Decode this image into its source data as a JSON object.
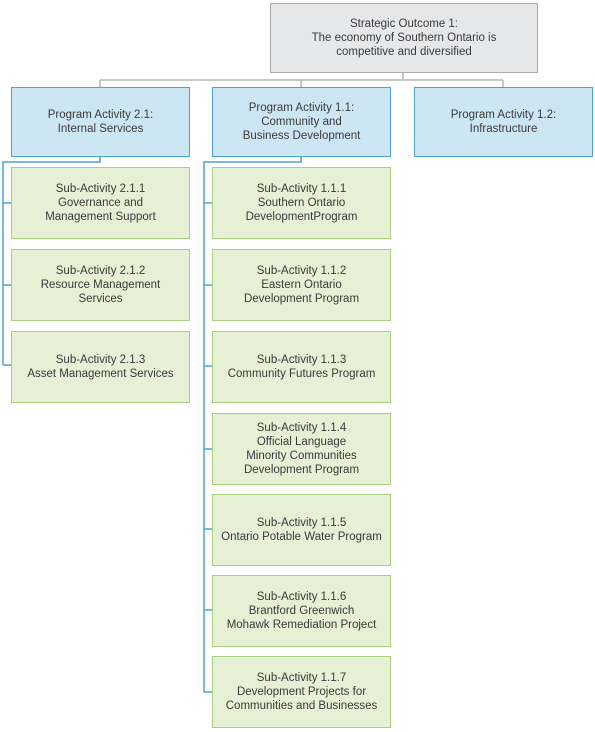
{
  "outcome": {
    "lines": [
      "Strategic Outcome 1:",
      "The economy of Southern Ontario is",
      "competitive and diversified"
    ]
  },
  "programs": [
    {
      "lines": [
        "Program Activity 2.1:",
        "Internal Services"
      ],
      "subs": [
        {
          "lines": [
            "Sub-Activity 2.1.1",
            "Governance and",
            "Management Support"
          ]
        },
        {
          "lines": [
            "Sub-Activity 2.1.2",
            "Resource Management",
            "Services"
          ]
        },
        {
          "lines": [
            "Sub-Activity 2.1.3",
            "Asset Management Services"
          ]
        }
      ]
    },
    {
      "lines": [
        "Program Activity 1.1:",
        "Community and",
        "Business Development"
      ],
      "subs": [
        {
          "lines": [
            "Sub-Activity 1.1.1",
            "Southern Ontario",
            "DevelopmentProgram"
          ]
        },
        {
          "lines": [
            "Sub-Activity 1.1.2",
            "Eastern Ontario",
            "Development Program"
          ]
        },
        {
          "lines": [
            "Sub-Activity 1.1.3",
            "Community Futures Program"
          ]
        },
        {
          "lines": [
            "Sub-Activity 1.1.4",
            "Official Language",
            "Minority Communities",
            "Development Program"
          ]
        },
        {
          "lines": [
            "Sub-Activity 1.1.5",
            "Ontario Potable Water Program"
          ]
        },
        {
          "lines": [
            "Sub-Activity 1.1.6",
            "Brantford Greenwich",
            "Mohawk Remediation Project"
          ]
        },
        {
          "lines": [
            "Sub-Activity 1.1.7",
            "Development Projects for",
            "Communities and Businesses"
          ]
        }
      ]
    },
    {
      "lines": [
        "Program Activity 1.2:",
        "Infrastructure"
      ],
      "subs": []
    }
  ],
  "colors": {
    "outcome_fill": "#e6e7e9",
    "outcome_border": "#a9abae",
    "program_fill": "#cde6f4",
    "program_border": "#4aa3d4",
    "sub_fill": "#e6f0d4",
    "sub_border": "#a9cf7f",
    "text": "#3a3a3a"
  }
}
